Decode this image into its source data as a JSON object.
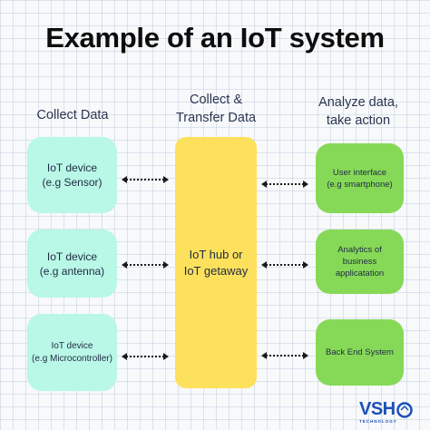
{
  "title": "Example of an IoT system",
  "columns": {
    "left_header": "Collect Data",
    "middle_header_line1": "Collect &",
    "middle_header_line2": "Transfer Data",
    "right_header_line1": "Analyze data,",
    "right_header_line2": "take action"
  },
  "left_nodes": [
    {
      "line1": "IoT device",
      "line2": "(e.g Sensor)"
    },
    {
      "line1": "IoT device",
      "line2": "(e.g antenna)"
    },
    {
      "line1": "IoT device",
      "line2": "(e.g Microcontroller)"
    }
  ],
  "hub": {
    "line1": "IoT hub or",
    "line2": "IoT getaway"
  },
  "right_nodes": [
    {
      "line1": "User interface",
      "line2": "(e.g smartphone)",
      "line3": ""
    },
    {
      "line1": "Analytics of",
      "line2": "business",
      "line3": "applicatation"
    },
    {
      "line1": "Back End System",
      "line2": "",
      "line3": ""
    }
  ],
  "logo": {
    "main": "VSH",
    "sub": "TECHNOLOGY"
  },
  "colors": {
    "left_node": "#b9f7e6",
    "hub": "#fde15c",
    "right_node": "#86d957",
    "logo": "#1c4fb8"
  }
}
